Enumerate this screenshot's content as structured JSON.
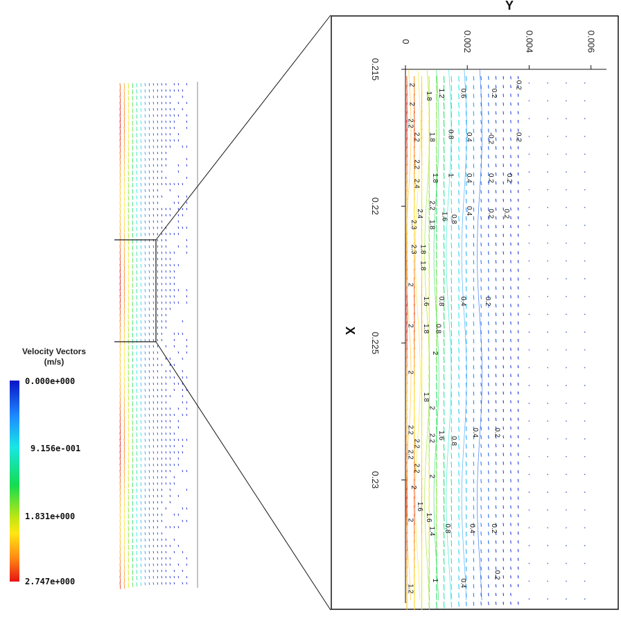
{
  "chart_data": {
    "type": "vector-field",
    "legend": {
      "title_line1": "Velocity Vectors",
      "title_line2": "(m/s)",
      "ticks": [
        "0.000e+000",
        "9.156e-001",
        "1.831e+000",
        "2.747e+000"
      ],
      "min": 0.0,
      "max": 2.747
    },
    "detail": {
      "xlabel": "X",
      "ylabel": "Y",
      "x_ticks": [
        0.215,
        0.22,
        0.225,
        0.23
      ],
      "x_tick_labels": [
        "0.215",
        "0.22",
        "0.225",
        "0.23"
      ],
      "x_range": [
        0.215,
        0.2345
      ],
      "y_ticks": [
        0,
        0.002,
        0.004,
        0.006
      ],
      "y_tick_labels": [
        "0",
        "0.002",
        "0.004",
        "0.006"
      ],
      "y_range": [
        0,
        0.0065
      ],
      "contour_labels": [
        {
          "x": 0.2155,
          "y": 0.00015,
          "text": "2"
        },
        {
          "x": 0.2162,
          "y": 0.00015,
          "text": "2"
        },
        {
          "x": 0.2168,
          "y": 0.0001,
          "text": "2.2"
        },
        {
          "x": 0.2158,
          "y": 0.0007,
          "text": "1.8"
        },
        {
          "x": 0.2157,
          "y": 0.0011,
          "text": "1.2"
        },
        {
          "x": 0.2157,
          "y": 0.0018,
          "text": "0.6"
        },
        {
          "x": 0.2157,
          "y": 0.0028,
          "text": "0.2"
        },
        {
          "x": 0.2154,
          "y": 0.0036,
          "text": "0.2"
        },
        {
          "x": 0.2173,
          "y": 0.0003,
          "text": "2.2"
        },
        {
          "x": 0.2173,
          "y": 0.0008,
          "text": "1.8"
        },
        {
          "x": 0.2172,
          "y": 0.0014,
          "text": "0.8"
        },
        {
          "x": 0.2173,
          "y": 0.002,
          "text": "0.4"
        },
        {
          "x": 0.2173,
          "y": 0.0027,
          "text": "-0.2"
        },
        {
          "x": 0.2173,
          "y": 0.0036,
          "text": "0.2"
        },
        {
          "x": 0.2183,
          "y": 0.0003,
          "text": "2.2"
        },
        {
          "x": 0.219,
          "y": 0.0003,
          "text": "2.4"
        },
        {
          "x": 0.2188,
          "y": 0.0009,
          "text": "1.8"
        },
        {
          "x": 0.2188,
          "y": 0.0014,
          "text": "1"
        },
        {
          "x": 0.2188,
          "y": 0.002,
          "text": "0.4"
        },
        {
          "x": 0.2188,
          "y": 0.0027,
          "text": "0.2"
        },
        {
          "x": 0.2188,
          "y": 0.0033,
          "text": "0.2"
        },
        {
          "x": 0.2198,
          "y": 0.0008,
          "text": "2.2"
        },
        {
          "x": 0.2201,
          "y": 0.0004,
          "text": "2.4"
        },
        {
          "x": 0.2205,
          "y": 0.0002,
          "text": "2.3"
        },
        {
          "x": 0.2202,
          "y": 0.0012,
          "text": "1.6"
        },
        {
          "x": 0.2203,
          "y": 0.0015,
          "text": "0.8"
        },
        {
          "x": 0.22,
          "y": 0.002,
          "text": "0.4"
        },
        {
          "x": 0.2201,
          "y": 0.0027,
          "text": "0.2"
        },
        {
          "x": 0.2201,
          "y": 0.0032,
          "text": "0.2"
        },
        {
          "x": 0.2205,
          "y": 0.0008,
          "text": "1.8"
        },
        {
          "x": 0.2214,
          "y": 0.0002,
          "text": "2.3"
        },
        {
          "x": 0.2214,
          "y": 0.0005,
          "text": "1.8"
        },
        {
          "x": 0.222,
          "y": 0.0005,
          "text": "1.8"
        },
        {
          "x": 0.2228,
          "y": 0.0001,
          "text": "2"
        },
        {
          "x": 0.2233,
          "y": 0.0006,
          "text": "1.6"
        },
        {
          "x": 0.2233,
          "y": 0.0011,
          "text": "0.8"
        },
        {
          "x": 0.2233,
          "y": 0.0018,
          "text": "0.4"
        },
        {
          "x": 0.2233,
          "y": 0.0026,
          "text": "0.2"
        },
        {
          "x": 0.2243,
          "y": 0.0001,
          "text": "2"
        },
        {
          "x": 0.2243,
          "y": 0.0006,
          "text": "1.8"
        },
        {
          "x": 0.2243,
          "y": 0.001,
          "text": "0.8"
        },
        {
          "x": 0.2253,
          "y": 0.0009,
          "text": "2"
        },
        {
          "x": 0.226,
          "y": 0.0001,
          "text": "2"
        },
        {
          "x": 0.2268,
          "y": 0.0006,
          "text": "1.8"
        },
        {
          "x": 0.2273,
          "y": 0.0008,
          "text": "2"
        },
        {
          "x": 0.228,
          "y": 0.0001,
          "text": "2.2"
        },
        {
          "x": 0.2285,
          "y": 0.0003,
          "text": "2.2"
        },
        {
          "x": 0.2289,
          "y": 0.0001,
          "text": "2.2"
        },
        {
          "x": 0.2283,
          "y": 0.0008,
          "text": "2.2"
        },
        {
          "x": 0.2282,
          "y": 0.0011,
          "text": "1.6"
        },
        {
          "x": 0.2284,
          "y": 0.0015,
          "text": "0.8"
        },
        {
          "x": 0.2281,
          "y": 0.0022,
          "text": "0.4"
        },
        {
          "x": 0.2281,
          "y": 0.0029,
          "text": "0.2"
        },
        {
          "x": 0.2294,
          "y": 0.0003,
          "text": "2.2"
        },
        {
          "x": 0.2298,
          "y": 0.0008,
          "text": "2"
        },
        {
          "x": 0.2302,
          "y": 0.0002,
          "text": "2"
        },
        {
          "x": 0.2308,
          "y": 0.0004,
          "text": "1.6"
        },
        {
          "x": 0.2312,
          "y": 0.0007,
          "text": "1.6"
        },
        {
          "x": 0.2314,
          "y": 0.0001,
          "text": "2"
        },
        {
          "x": 0.2317,
          "y": 0.0008,
          "text": "1.4"
        },
        {
          "x": 0.2316,
          "y": 0.0013,
          "text": "0.8"
        },
        {
          "x": 0.2316,
          "y": 0.0021,
          "text": "0.4"
        },
        {
          "x": 0.2316,
          "y": 0.0028,
          "text": "0.2"
        },
        {
          "x": 0.2338,
          "y": 0.0001,
          "text": "1.2"
        },
        {
          "x": 0.2336,
          "y": 0.0009,
          "text": "1"
        },
        {
          "x": 0.2336,
          "y": 0.0018,
          "text": "0.4"
        },
        {
          "x": 0.2333,
          "y": 0.0029,
          "text": "0.2"
        }
      ]
    },
    "colors": {
      "low": "#0a14c8",
      "mid": "#14dc50",
      "high": "#e61414"
    }
  }
}
